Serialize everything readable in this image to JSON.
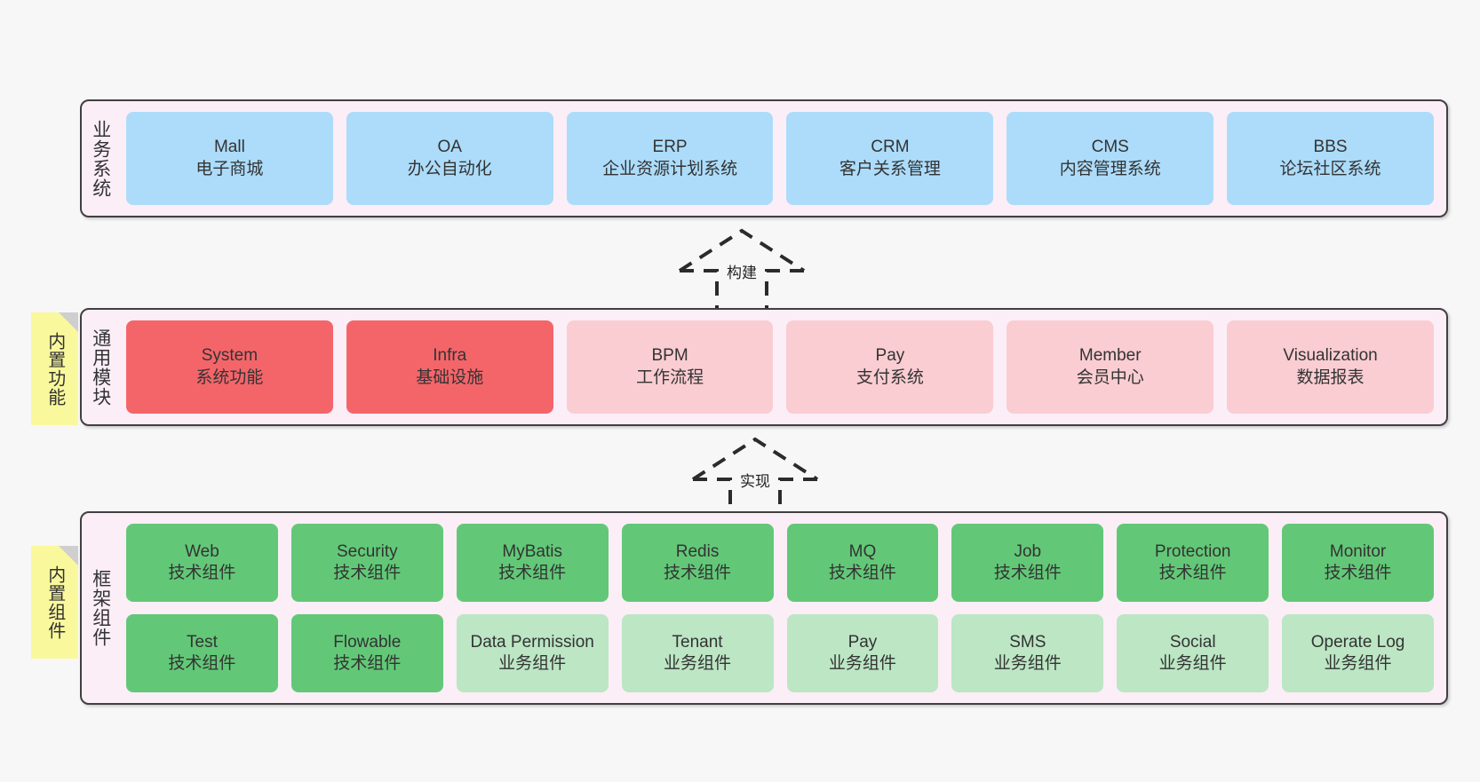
{
  "canvas": {
    "background": "#f7f7f7",
    "layer_fill": "#fbeef7",
    "layer_border": "#404040"
  },
  "notes": [
    {
      "id": "builtin-function",
      "text": "内置功能",
      "color": "#FAF89C"
    },
    {
      "id": "builtin-component",
      "text": "内置组件",
      "color": "#FAF89C"
    }
  ],
  "arrows": [
    {
      "id": "build",
      "label": "构建",
      "style": "dashed-generalization"
    },
    {
      "id": "implement",
      "label": "实现",
      "style": "dashed-generalization"
    }
  ],
  "layers": [
    {
      "id": "business-system",
      "title": "业务系统",
      "rows": [
        {
          "id": "business-row-1",
          "cells": [
            {
              "name": "Mall",
              "desc": "电子商城",
              "color": "#ACDCFA",
              "variant": "c-blue"
            },
            {
              "name": "OA",
              "desc": "办公自动化",
              "color": "#ACDCFA",
              "variant": "c-blue"
            },
            {
              "name": "ERP",
              "desc": "企业资源计划系统",
              "color": "#ACDCFA",
              "variant": "c-blue"
            },
            {
              "name": "CRM",
              "desc": "客户关系管理",
              "color": "#ACDCFA",
              "variant": "c-blue"
            },
            {
              "name": "CMS",
              "desc": "内容管理系统",
              "color": "#ACDCFA",
              "variant": "c-blue"
            },
            {
              "name": "BBS",
              "desc": "论坛社区系统",
              "color": "#ACDCFA",
              "variant": "c-blue"
            }
          ]
        }
      ]
    },
    {
      "id": "common-module",
      "title": "通用模块",
      "rows": [
        {
          "id": "common-row-1",
          "cells": [
            {
              "name": "System",
              "desc": "系统功能",
              "color": "#F4656A",
              "variant": "c-red"
            },
            {
              "name": "Infra",
              "desc": "基础设施",
              "color": "#F4656A",
              "variant": "c-red"
            },
            {
              "name": "BPM",
              "desc": "工作流程",
              "color": "#FACDD2",
              "variant": "c-pink"
            },
            {
              "name": "Pay",
              "desc": "支付系统",
              "color": "#FACDD2",
              "variant": "c-pink"
            },
            {
              "name": "Member",
              "desc": "会员中心",
              "color": "#FACDD2",
              "variant": "c-pink"
            },
            {
              "name": "Visualization",
              "desc": "数据报表",
              "color": "#FACDD2",
              "variant": "c-pink"
            }
          ]
        }
      ]
    },
    {
      "id": "framework-component",
      "title": "框架组件",
      "rows": [
        {
          "id": "framework-row-1",
          "cells": [
            {
              "name": "Web",
              "desc": "技术组件",
              "color": "#62C877",
              "variant": "c-green"
            },
            {
              "name": "Security",
              "desc": "技术组件",
              "color": "#62C877",
              "variant": "c-green"
            },
            {
              "name": "MyBatis",
              "desc": "技术组件",
              "color": "#62C877",
              "variant": "c-green"
            },
            {
              "name": "Redis",
              "desc": "技术组件",
              "color": "#62C877",
              "variant": "c-green"
            },
            {
              "name": "MQ",
              "desc": "技术组件",
              "color": "#62C877",
              "variant": "c-green"
            },
            {
              "name": "Job",
              "desc": "技术组件",
              "color": "#62C877",
              "variant": "c-green"
            },
            {
              "name": "Protection",
              "desc": "技术组件",
              "color": "#62C877",
              "variant": "c-green"
            },
            {
              "name": "Monitor",
              "desc": "技术组件",
              "color": "#62C877",
              "variant": "c-green"
            }
          ]
        },
        {
          "id": "framework-row-2",
          "cells": [
            {
              "name": "Test",
              "desc": "技术组件",
              "color": "#62C877",
              "variant": "c-green"
            },
            {
              "name": "Flowable",
              "desc": "技术组件",
              "color": "#62C877",
              "variant": "c-green"
            },
            {
              "name": "Data Permission",
              "desc": "业务组件",
              "color": "#BCE6C4",
              "variant": "c-lightgreen"
            },
            {
              "name": "Tenant",
              "desc": "业务组件",
              "color": "#BCE6C4",
              "variant": "c-lightgreen"
            },
            {
              "name": "Pay",
              "desc": "业务组件",
              "color": "#BCE6C4",
              "variant": "c-lightgreen"
            },
            {
              "name": "SMS",
              "desc": "业务组件",
              "color": "#BCE6C4",
              "variant": "c-lightgreen"
            },
            {
              "name": "Social",
              "desc": "业务组件",
              "color": "#BCE6C4",
              "variant": "c-lightgreen"
            },
            {
              "name": "Operate Log",
              "desc": "业务组件",
              "color": "#BCE6C4",
              "variant": "c-lightgreen"
            }
          ]
        }
      ]
    }
  ]
}
